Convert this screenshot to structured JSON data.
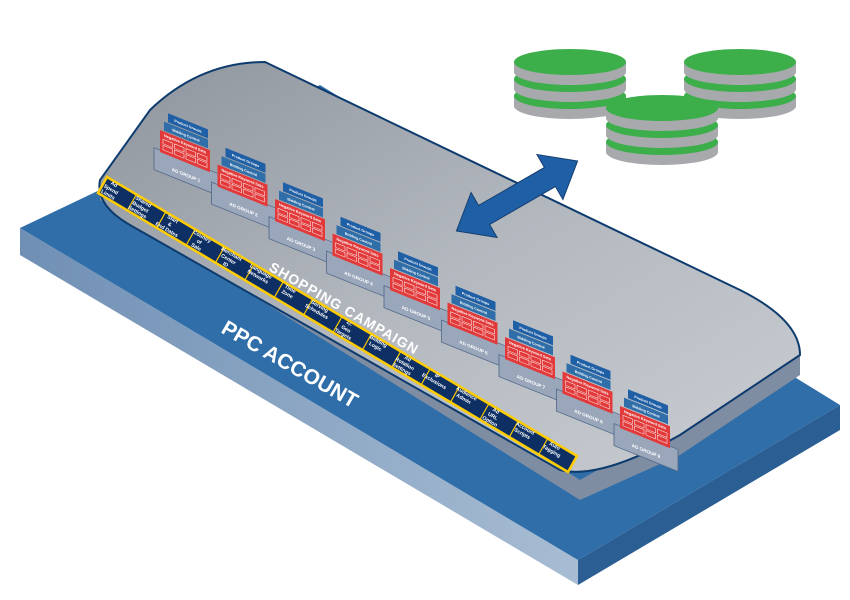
{
  "account": {
    "label": "PPC ACCOUNT"
  },
  "campaign": {
    "label": "SHOPPING CAMPAIGN"
  },
  "settings": [
    {
      "label": "Ad Spend Limits"
    },
    {
      "label": "Shared Budget Settings"
    },
    {
      "label": "Start & End Dates"
    },
    {
      "label": "Country of Sale"
    },
    {
      "label": "Merchant Center ID"
    },
    {
      "label": "Language Networks"
    },
    {
      "label": "Time Zone"
    },
    {
      "label": "Serving Schedules"
    },
    {
      "label": "+/- Geo Targets"
    },
    {
      "label": "Bidding Logic"
    },
    {
      "label": "Ad Rotation Settings"
    },
    {
      "label": "IP Exclusions"
    },
    {
      "label": "Audience Admin"
    },
    {
      "label": "Ad URL Option"
    },
    {
      "label": "Account Scripts"
    },
    {
      "label": "Auto Tagging"
    }
  ],
  "ad_groups": [
    {
      "label": "AD GROUP 1"
    },
    {
      "label": "AD GROUP 2"
    },
    {
      "label": "AD GROUP 3"
    },
    {
      "label": "AD GROUP 4"
    },
    {
      "label": "AD GROUP 5"
    },
    {
      "label": "AD GROUP 6"
    },
    {
      "label": "AD GROUP 7"
    },
    {
      "label": "AD GROUP 8"
    },
    {
      "label": "AD GROUP 9"
    }
  ],
  "ad_group_card": {
    "top_label": "Product Groups",
    "mid_label": "Bidding Control",
    "neg_label": "Negative Keyword Sets"
  },
  "colors": {
    "account_top": "#2f6ea8",
    "account_side": "#7f9fc2",
    "campaign_top": "#a7acb4",
    "campaign_border": "#0d3b6e",
    "settings_bar": "#0e2f63",
    "settings_border": "#ffcc00",
    "arrow": "#1f5fa5",
    "db_green": "#3cae4a",
    "db_gray": "#a7a9ac",
    "card_red": "#e23a3a",
    "card_blue": "#1f5fa5"
  }
}
